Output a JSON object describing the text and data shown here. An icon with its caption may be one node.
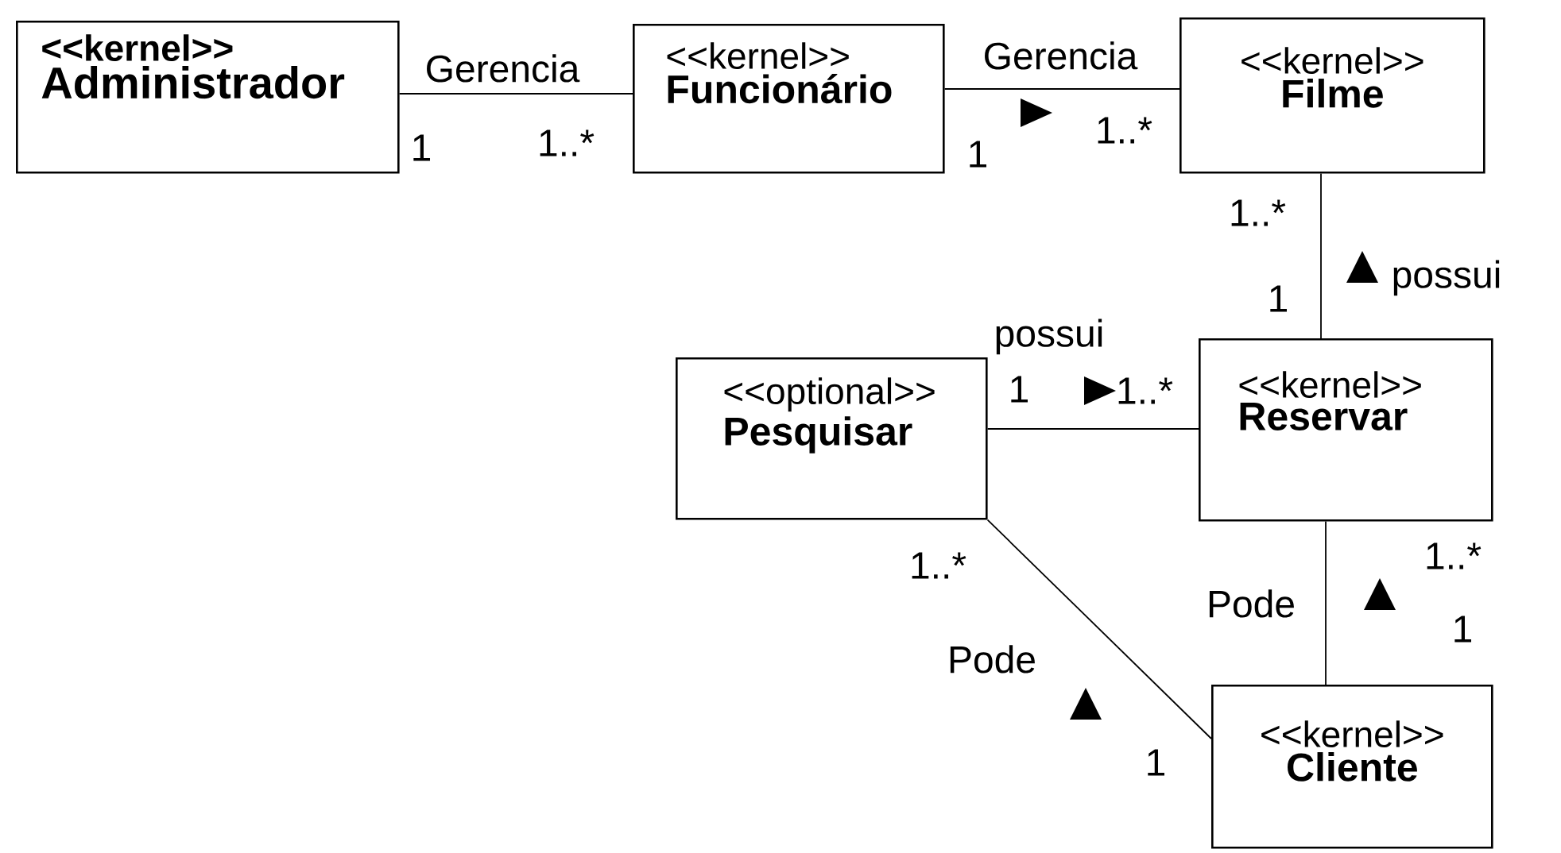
{
  "diagram": {
    "nodes": [
      {
        "text": [
          "<<kernel>>",
          "Administrador"
        ]
      },
      {
        "text": [
          "<<kernel>>",
          "Funcionário"
        ]
      },
      {
        "text": [
          "<<kernel>>",
          "Filme"
        ]
      },
      {
        "text": [
          "<<optional>>",
          "Pesquisar"
        ]
      },
      {
        "text": [
          "<<kernel>>",
          "Reservar"
        ]
      },
      {
        "text": [
          "<<kernel>>",
          "Cliente"
        ]
      }
    ],
    "edges": [
      {
        "from": 0,
        "to": 1,
        "arrow": "none",
        "label": "Gerencia"
      },
      {
        "from": 1,
        "to": 2,
        "arrow": "none",
        "label": "Gerencia"
      },
      {
        "from": 2,
        "to": 4,
        "arrow": "none",
        "label": "possui"
      },
      {
        "from": 3,
        "to": 4,
        "arrow": "none",
        "label": "possui"
      },
      {
        "from": 3,
        "to": 5,
        "arrow": "none",
        "label": "Pode"
      },
      {
        "from": 4,
        "to": 5,
        "arrow": "none",
        "label": "Pode"
      }
    ],
    "labels": [
      "1",
      "1..*",
      "1",
      "1..*",
      "1..*",
      "1",
      "1",
      "1..*",
      "1..*",
      "1..*",
      "1",
      "1"
    ]
  }
}
